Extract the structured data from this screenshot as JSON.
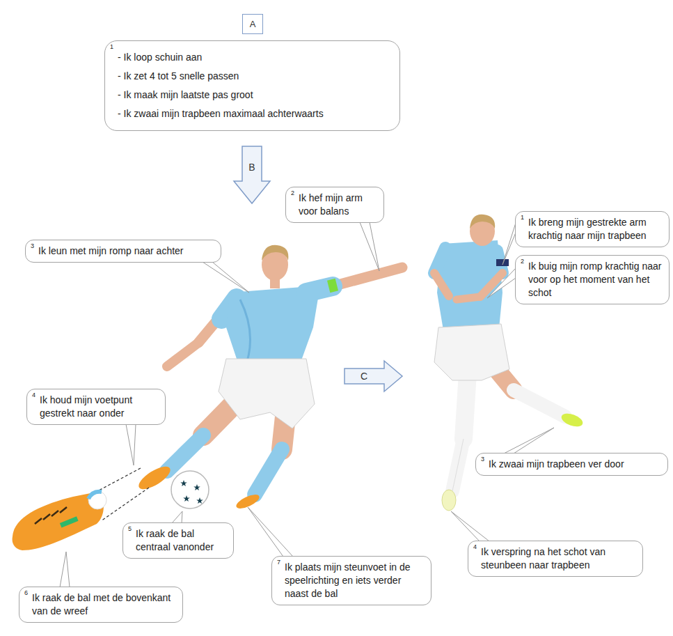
{
  "diagram": {
    "nodes": [
      {
        "text": [
          "A"
        ]
      },
      {
        "text": [
          "1",
          "- Ik loop schuin aan",
          "- Ik zet 4 tot 5 snelle passen",
          "- Ik maak mijn laatste pas groot",
          "- Ik zwaai mijn trapbeen maximaal achterwaarts"
        ]
      },
      {
        "text": [
          "2",
          "Ik hef mijn arm voor balans"
        ]
      },
      {
        "text": [
          "3",
          "Ik leun met mijn romp naar achter"
        ]
      },
      {
        "text": [
          "4",
          "Ik houd mijn voetpunt gestrekt naar onder"
        ]
      },
      {
        "text": [
          "5",
          "Ik raak de bal centraal vanonder"
        ]
      },
      {
        "text": [
          "6",
          "Ik raak de bal met de bovenkant van de wreef"
        ]
      },
      {
        "text": [
          "7",
          "Ik plaats mijn steunvoet in de speelrichting en iets verder naast de bal"
        ]
      },
      {
        "text": [
          "1",
          "Ik breng mijn gestrekte arm krachtig naar mijn trapbeen"
        ]
      },
      {
        "text": [
          "2",
          "Ik buig mijn romp krachtig naar voor op het moment van het schot"
        ]
      },
      {
        "text": [
          "3",
          "Ik zwaai mijn trapbeen ver door"
        ]
      },
      {
        "text": [
          "4",
          "Ik verspring na het schot van steunbeen naar trapbeen"
        ]
      }
    ],
    "labels": [
      "B",
      "C"
    ]
  }
}
